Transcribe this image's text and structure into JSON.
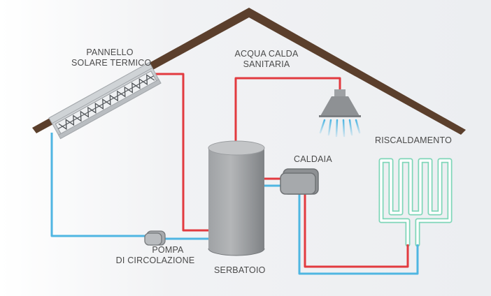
{
  "labels": {
    "solar_panel": [
      "PANNELLO",
      "SOLARE TERMICO"
    ],
    "hot_water": [
      "ACQUA CALDA",
      "SANITARIA"
    ],
    "boiler": "CALDAIA",
    "heating": "RISCALDAMENTO",
    "pump": [
      "POMPA",
      "DI CIRCOLAZIONE"
    ],
    "tank": "SERBATOIO"
  },
  "icons": [
    "solar-panel-icon",
    "shower-head-icon",
    "tank-icon",
    "boiler-icon",
    "pump-icon",
    "radiant-coil-icon"
  ],
  "colors": {
    "hot_pipe": "#e23a3f",
    "cold_pipe": "#4fb6e2",
    "heating_coil": "#7fd6b8",
    "roof": "#5b3f2c",
    "tank": "#8f9295",
    "label": "#4a4a4a"
  }
}
